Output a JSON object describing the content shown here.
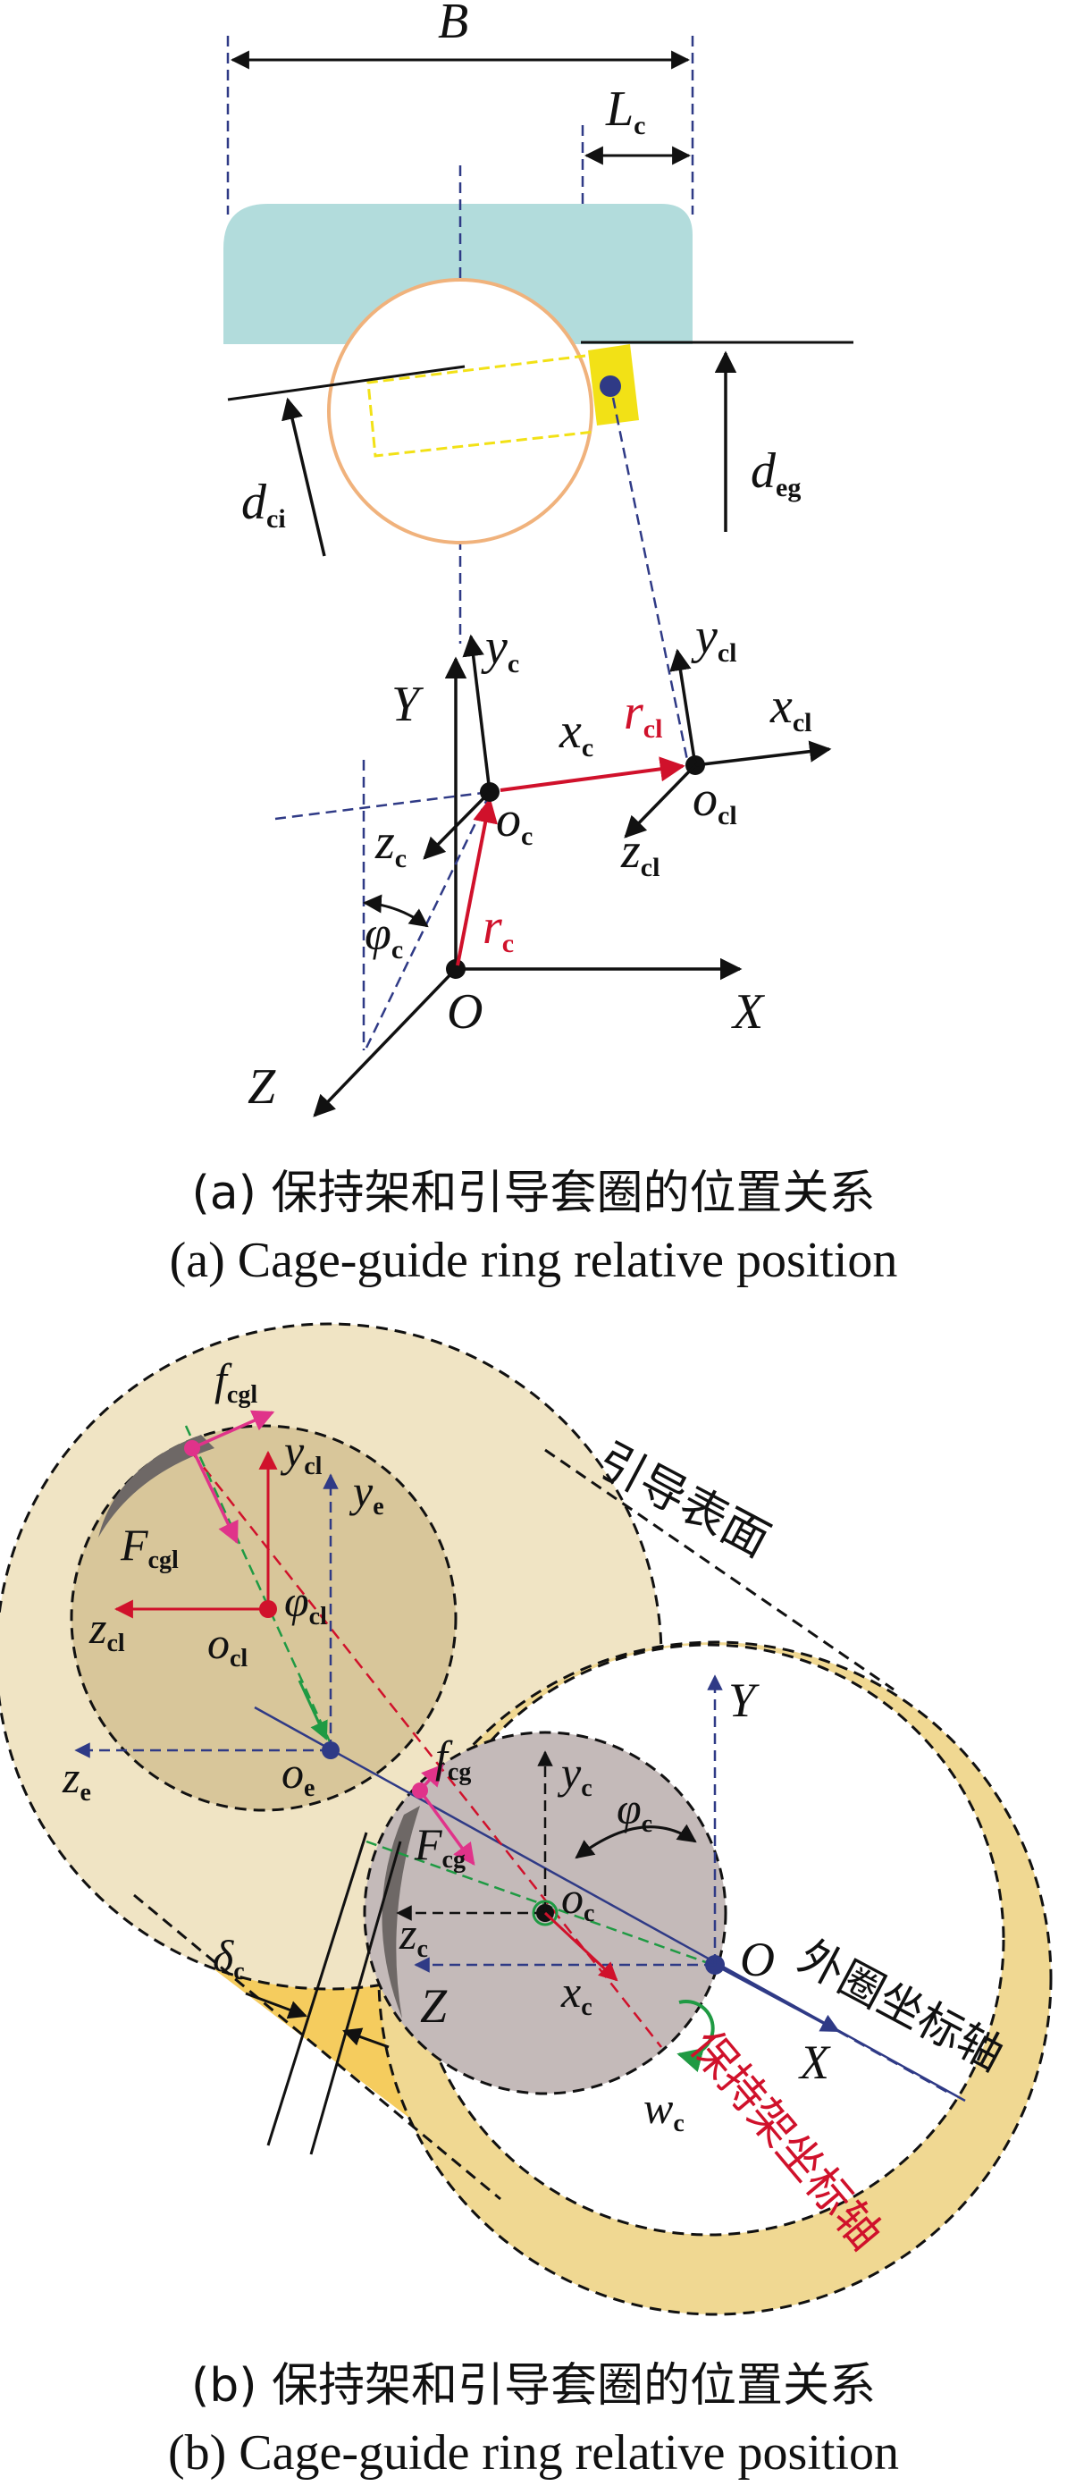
{
  "colors": {
    "ring_teal": "#b2dcdc",
    "roller_outline": "#f0b27c",
    "cage_yellow": "#f2e116",
    "dash_blue": "#2f3a86",
    "vector_red": "#d0112b",
    "magenta": "#e0338a",
    "green": "#1f9a43",
    "cream": "#f0e4c4",
    "gold": "#f5cc5e",
    "cage_gray": "#c4bab9"
  },
  "panel_a": {
    "B": "B",
    "Lc": {
      "main": "L",
      "sub": "c"
    },
    "dci": {
      "main": "d",
      "sub": "ci"
    },
    "deg": {
      "main": "d",
      "sub": "eg"
    },
    "yc": {
      "main": "y",
      "sub": "c"
    },
    "Y": "Y",
    "ycl": {
      "main": "y",
      "sub": "cl"
    },
    "xcl": {
      "main": "x",
      "sub": "cl"
    },
    "xc": {
      "main": "x",
      "sub": "c"
    },
    "rcl": {
      "main": "r",
      "sub": "cl"
    },
    "zc": {
      "main": "z",
      "sub": "c"
    },
    "oc": {
      "main": "o",
      "sub": "c"
    },
    "ocl": {
      "main": "o",
      "sub": "cl"
    },
    "zcl": {
      "main": "z",
      "sub": "cl"
    },
    "phic": {
      "main": "φ",
      "sub": "c"
    },
    "rc": {
      "main": "r",
      "sub": "c"
    },
    "O": "O",
    "X": "X",
    "Z": "Z",
    "caption_cn": "(a)  保持架和引导套圈的位置关系",
    "caption_en": "(a)  Cage-guide ring relative position"
  },
  "panel_b": {
    "fcgl": {
      "main": "f",
      "sub": "cgl"
    },
    "ycl": {
      "main": "y",
      "sub": "cl"
    },
    "ye": {
      "main": "y",
      "sub": "e"
    },
    "Fcgl": {
      "main": "F",
      "sub": "cgl"
    },
    "zcl": {
      "main": "z",
      "sub": "cl"
    },
    "ocl": {
      "main": "o",
      "sub": "cl"
    },
    "phicl": {
      "main": "φ",
      "sub": "cl"
    },
    "ze": {
      "main": "z",
      "sub": "e"
    },
    "oe": {
      "main": "o",
      "sub": "e"
    },
    "fcg": {
      "main": "f",
      "sub": "cg"
    },
    "Fcg": {
      "main": "F",
      "sub": "cg"
    },
    "yc": {
      "main": "y",
      "sub": "c"
    },
    "phic": {
      "main": "φ",
      "sub": "c"
    },
    "zc": {
      "main": "z",
      "sub": "c"
    },
    "oc": {
      "main": "o",
      "sub": "c"
    },
    "xc": {
      "main": "x",
      "sub": "c"
    },
    "Y": "Y",
    "O": "O",
    "X": "X",
    "Z": "Z",
    "deltac": {
      "main": "δ",
      "sub": "c"
    },
    "wc": {
      "main": "w",
      "sub": "c"
    },
    "guide_surface": "引导表面",
    "outer_axis": "外圈坐标轴",
    "cage_axis": "保持架坐标轴",
    "caption_cn": "(b)  保持架和引导套圈的位置关系",
    "caption_en": "(b)  Cage-guide ring relative position"
  }
}
